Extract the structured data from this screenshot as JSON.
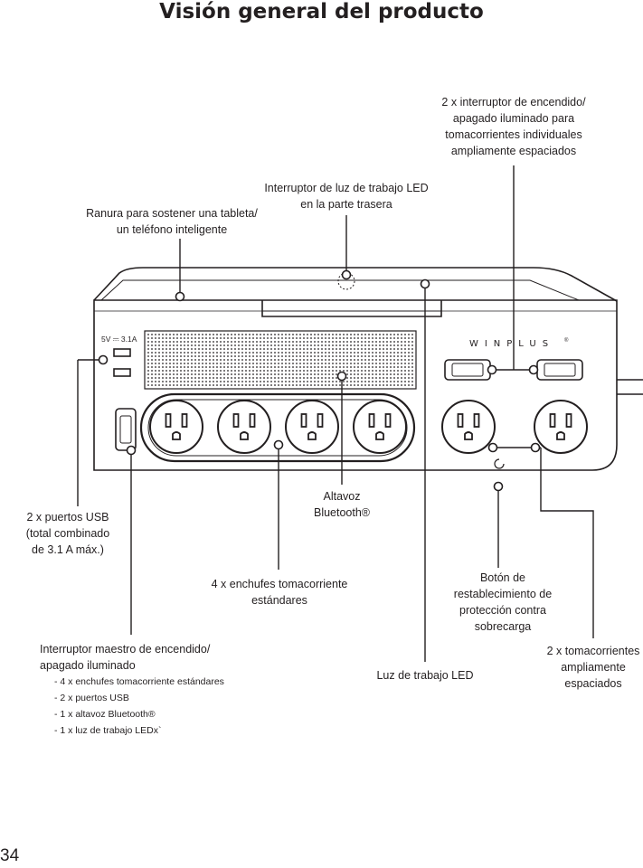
{
  "title": "Visión general del producto",
  "page_number": "34",
  "device": {
    "usb_rating": "5V ⎓ 3.1A",
    "brand": "WINPLUS",
    "brand_mark": "®"
  },
  "callouts": {
    "dual_switch": [
      "2 x interruptor de encendido/",
      "apagado iluminado para",
      "tomacorrientes individuales",
      "ampliamente espaciados"
    ],
    "led_switch": [
      "Interruptor de luz de trabajo LED",
      "en la parte trasera"
    ],
    "tablet_slot": [
      "Ranura para sostener una tableta/",
      "un teléfono inteligente"
    ],
    "usb_ports": [
      "2 x  puertos USB",
      "(total combinado",
      "de 3.1 A máx.)"
    ],
    "speaker": [
      "Altavoz",
      "Bluetooth®"
    ],
    "standard_outlets": [
      "4 x enchufes tomacorriente",
      "estándares"
    ],
    "reset_button": [
      "Botón de",
      "restablecimiento de",
      "protección contra",
      "sobrecarga"
    ],
    "master_switch": {
      "lines": [
        "Interruptor maestro de encendido/",
        "apagado iluminado"
      ],
      "items": [
        "- 4 x enchufes tomacorriente estándares",
        "- 2 x puertos USB",
        "- 1 x altavoz Bluetooth®",
        "- 1 x luz de trabajo LEDx`"
      ]
    },
    "work_light": "Luz de trabajo LED",
    "spaced_outlets": [
      "2 x tomacorrientes",
      "ampliamente",
      "espaciados"
    ]
  }
}
